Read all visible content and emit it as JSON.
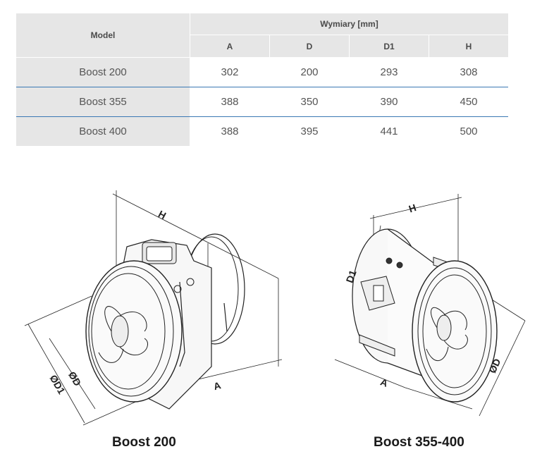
{
  "table": {
    "model_header": "Model",
    "dimensions_header": "Wymiary [mm]",
    "columns": [
      "A",
      "D",
      "D1",
      "H"
    ],
    "rows": [
      {
        "model": "Boost 200",
        "values": [
          "302",
          "200",
          "293",
          "308"
        ]
      },
      {
        "model": "Boost 355",
        "values": [
          "388",
          "350",
          "390",
          "450"
        ]
      },
      {
        "model": "Boost 400",
        "values": [
          "388",
          "395",
          "441",
          "500"
        ]
      }
    ]
  },
  "drawings": [
    {
      "caption": "Boost 200",
      "labels": {
        "h": "H",
        "a": "A",
        "d": "ØD",
        "d1": "ØD1"
      }
    },
    {
      "caption": "Boost 355-400",
      "labels": {
        "h": "H",
        "a": "A",
        "d": "ØD",
        "d1": "D1"
      }
    }
  ],
  "colors": {
    "header_bg": "#e6e6e6",
    "row_divider": "#3a78b4"
  }
}
